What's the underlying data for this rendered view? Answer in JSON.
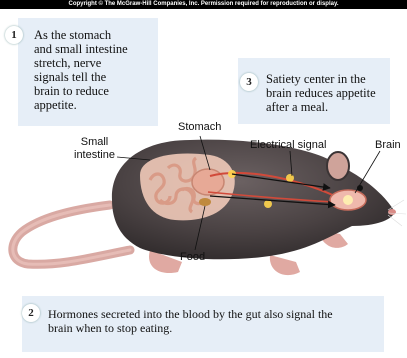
{
  "copyright": "Copyright © The McGraw-Hill Companies, Inc. Permission required for reproduction or display.",
  "steps": [
    {
      "num": "1",
      "text": [
        "As the stomach",
        "and small intestine",
        "stretch, nerve",
        "signals tell the",
        "brain to reduce",
        "appetite."
      ]
    },
    {
      "num": "2",
      "text": [
        "Hormones secreted into the blood by the gut also signal the",
        "brain when to stop eating."
      ]
    },
    {
      "num": "3",
      "text": [
        "Satiety center in the",
        "brain reduces appetite",
        "after a meal."
      ]
    }
  ],
  "labels": {
    "stomach": "Stomach",
    "small_intestine": [
      "Small",
      "intestine"
    ],
    "electrical_signal": "Electrical signal",
    "brain": "Brain",
    "food": "Food"
  },
  "colors": {
    "box_fill": "#e6eef7",
    "rat_body": "#4a4243",
    "tail": "#d9a9a3",
    "organs": "#e9b7a4",
    "nerve": "#d14a3a",
    "signal": "#ffd54d"
  }
}
